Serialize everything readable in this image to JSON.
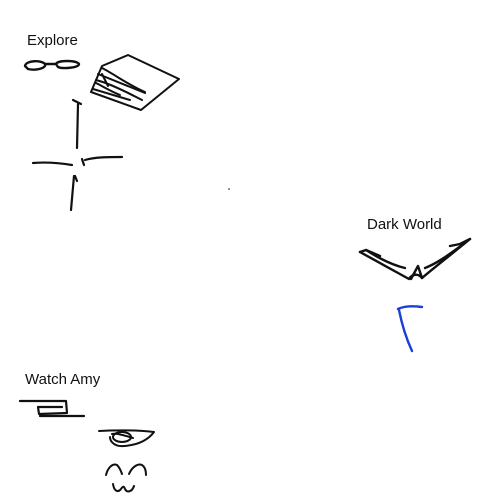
{
  "labels": {
    "explore": "Explore",
    "dark_world": "Dark World",
    "watch_amy": "Watch Amy"
  },
  "icons": {
    "explore_group": [
      "glasses-icon",
      "book-icon",
      "arrow-down-icon",
      "crosshair-icon"
    ],
    "dark_world_group": [
      "bat-wings-icon",
      "blue-mark-icon"
    ],
    "watch_amy_group": [
      "tv-remote-icon",
      "eye-icon",
      "happy-face-icon"
    ]
  },
  "colors": {
    "ink": "#111111",
    "blue_ink": "#1a3fd6",
    "background": "#ffffff"
  }
}
